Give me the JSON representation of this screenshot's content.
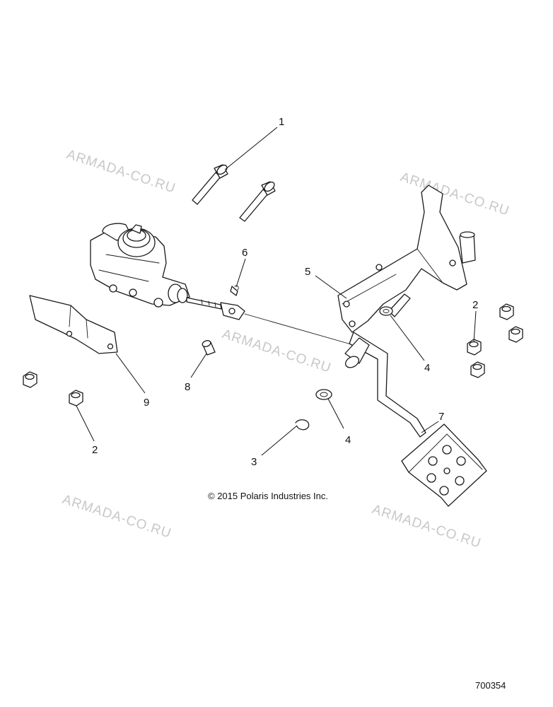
{
  "watermarks": [
    "ARMADA-CO.RU",
    "ARMADA-CO.RU",
    "ARMADA-CO.RU",
    "ARMADA-CO.RU",
    "ARMADA-CO.RU"
  ],
  "callouts": [
    "1",
    "2",
    "2",
    "3",
    "4",
    "4",
    "5",
    "6",
    "7",
    "8",
    "9"
  ],
  "copyright": "© 2015 Polaris Industries Inc.",
  "figure_id": "700354"
}
